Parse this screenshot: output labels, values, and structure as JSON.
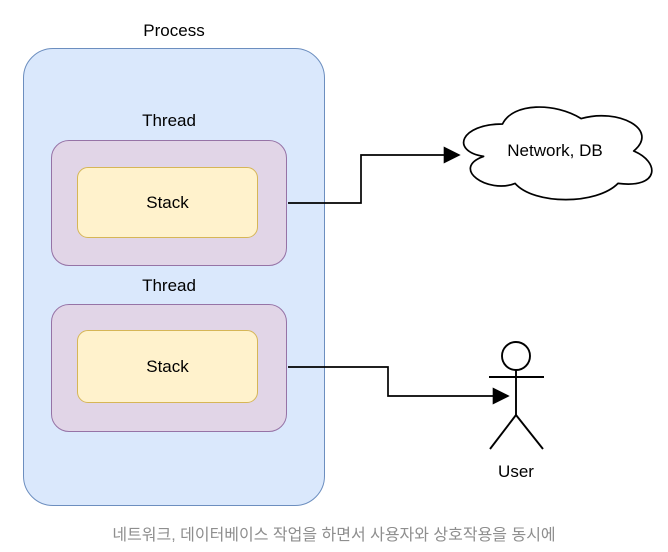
{
  "diagram": {
    "process": {
      "label": "Process"
    },
    "threads": [
      {
        "label": "Thread",
        "stack_label": "Stack"
      },
      {
        "label": "Thread",
        "stack_label": "Stack"
      }
    ],
    "network": {
      "label": "Network, DB"
    },
    "user": {
      "label": "User"
    }
  },
  "caption": {
    "text": "네트워크, 데이터베이스 작업을 하면서 사용자와 상호작용을 동시에"
  },
  "colors": {
    "process_fill": "#dae8fc",
    "process_border": "#6c8ebf",
    "thread_fill": "#e1d5e7",
    "thread_border": "#9673a6",
    "stack_fill": "#fff2cc",
    "stack_border": "#d6b656",
    "connector": "#000000",
    "cloud_fill": "#ffffff",
    "caption_text": "#8e8e8e"
  }
}
